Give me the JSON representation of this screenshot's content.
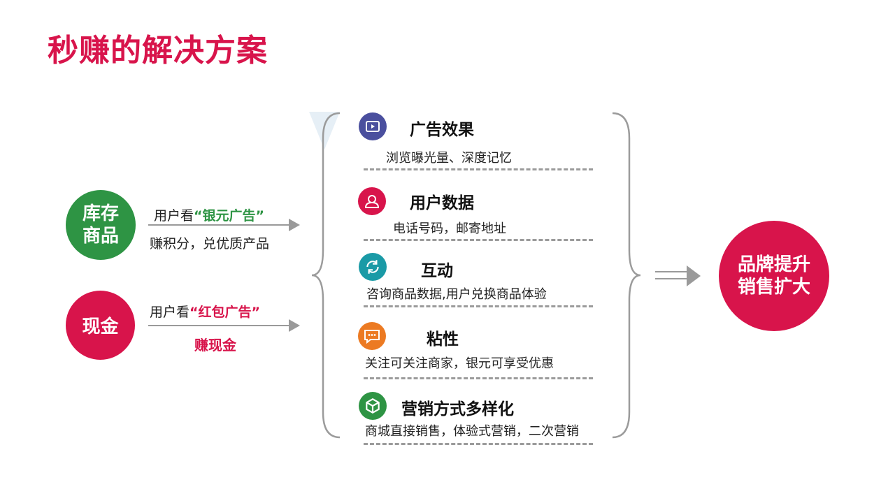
{
  "title": "秒赚的解决方案",
  "left": {
    "inventory": {
      "circle_line1": "库存",
      "circle_line2": "商品",
      "watch_prefix": "用户看",
      "ad_type": "“银元广告”",
      "reward": "赚积分，兑优质产品"
    },
    "cash": {
      "circle_label": "现金",
      "watch_prefix": "用户看",
      "ad_type": "“红包广告”",
      "reward": "赚现金"
    }
  },
  "benefits": [
    {
      "icon": "play-icon",
      "color": "#4a4f9e",
      "heading": "广告效果",
      "desc": "浏览曝光量、深度记忆"
    },
    {
      "icon": "user-icon",
      "color": "#d8144b",
      "heading": "用户数据",
      "desc": "电话号码，邮寄地址"
    },
    {
      "icon": "refresh-icon",
      "color": "#1a9aa6",
      "heading": "互动",
      "desc": "咨询商品数据,用户兑换商品体验"
    },
    {
      "icon": "chat-icon",
      "color": "#ec7a22",
      "heading": "粘性",
      "desc": "关注可关注商家，银元可享受优惠"
    },
    {
      "icon": "box-icon",
      "color": "#2e9444",
      "heading": "营销方式多样化",
      "desc": "商城直接销售，体验式营销，二次营销"
    }
  ],
  "result": {
    "line1": "品牌提升",
    "line2": "销售扩大"
  }
}
